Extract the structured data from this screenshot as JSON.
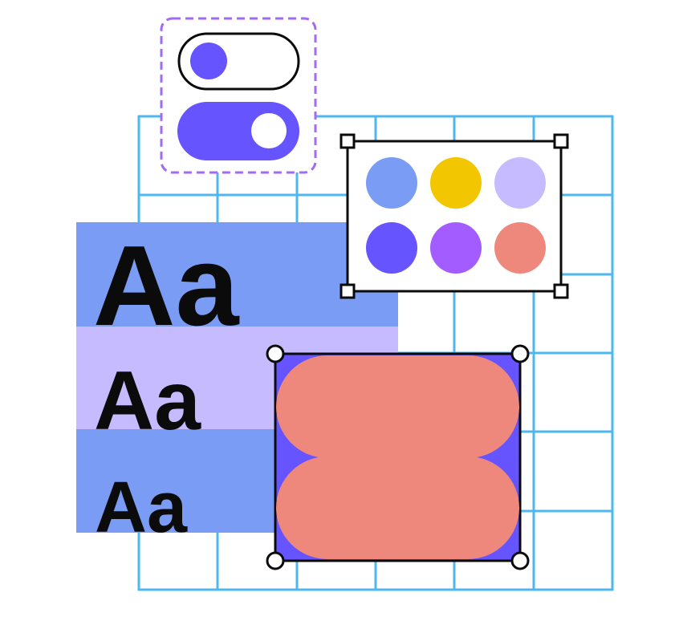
{
  "palette": {
    "grid_line": "#4db8f0",
    "periwinkle": "#7b9cf5",
    "lavender": "#c7bbff",
    "indigo": "#6554ff",
    "violet": "#a35cff",
    "yellow": "#f2c600",
    "salmon": "#ef887c",
    "ink": "#0b0b0b",
    "dashed_frame": "#a36bf5"
  },
  "toggles": [
    {
      "state": "off"
    },
    {
      "state": "on"
    }
  ],
  "swatches": [
    {
      "color": "#7b9cf5"
    },
    {
      "color": "#f2c600"
    },
    {
      "color": "#c7bbff"
    },
    {
      "color": "#6554ff"
    },
    {
      "color": "#a35cff"
    },
    {
      "color": "#ef887c"
    }
  ],
  "type_samples": [
    {
      "text": "Aa"
    },
    {
      "text": "Aa"
    },
    {
      "text": "Aa"
    }
  ]
}
